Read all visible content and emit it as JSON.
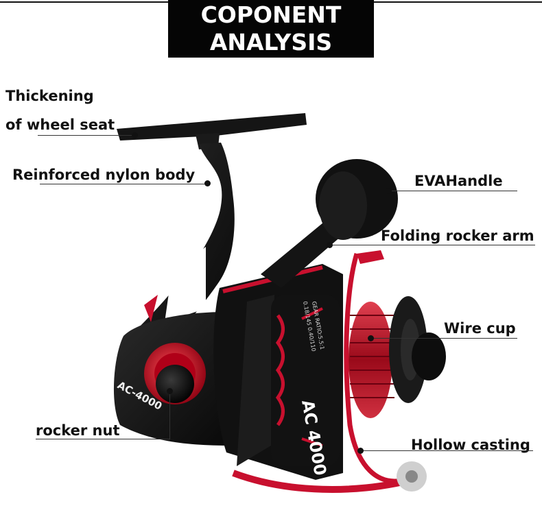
{
  "title": {
    "line1": "COPONENT",
    "line2": "ANALYSIS"
  },
  "labels": {
    "thickening_line1": "Thickening",
    "thickening_line2": "of wheel seat",
    "nylon_body": "Reinforced nylon body",
    "eva_handle": "EVAHandle",
    "folding_arm": "Folding rocker arm",
    "wire_cup": "Wire cup",
    "rocker_nut": "rocker nut",
    "hollow_casting": "Hollow casting"
  },
  "reel": {
    "model_body": "AC-4000",
    "model_spool": "AC 4000",
    "spool_ratio": "GEAR RATIO:5.5:1",
    "spool_line": "0.18/145 0.40/110"
  },
  "colors": {
    "accent_red": "#c8102e",
    "body_black": "#141414"
  }
}
